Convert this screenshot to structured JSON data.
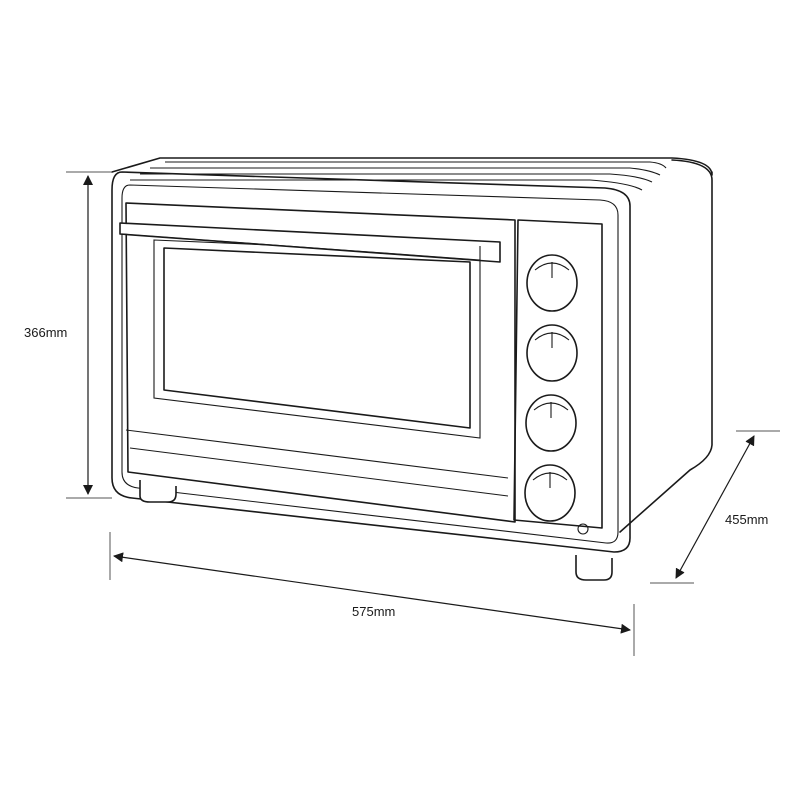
{
  "dimensions": {
    "height": "366mm",
    "width": "575mm",
    "depth": "455mm"
  },
  "control_panel": {
    "knobs": [
      "knob-1",
      "knob-2",
      "knob-3",
      "knob-4"
    ],
    "indicator": "indicator-light"
  }
}
